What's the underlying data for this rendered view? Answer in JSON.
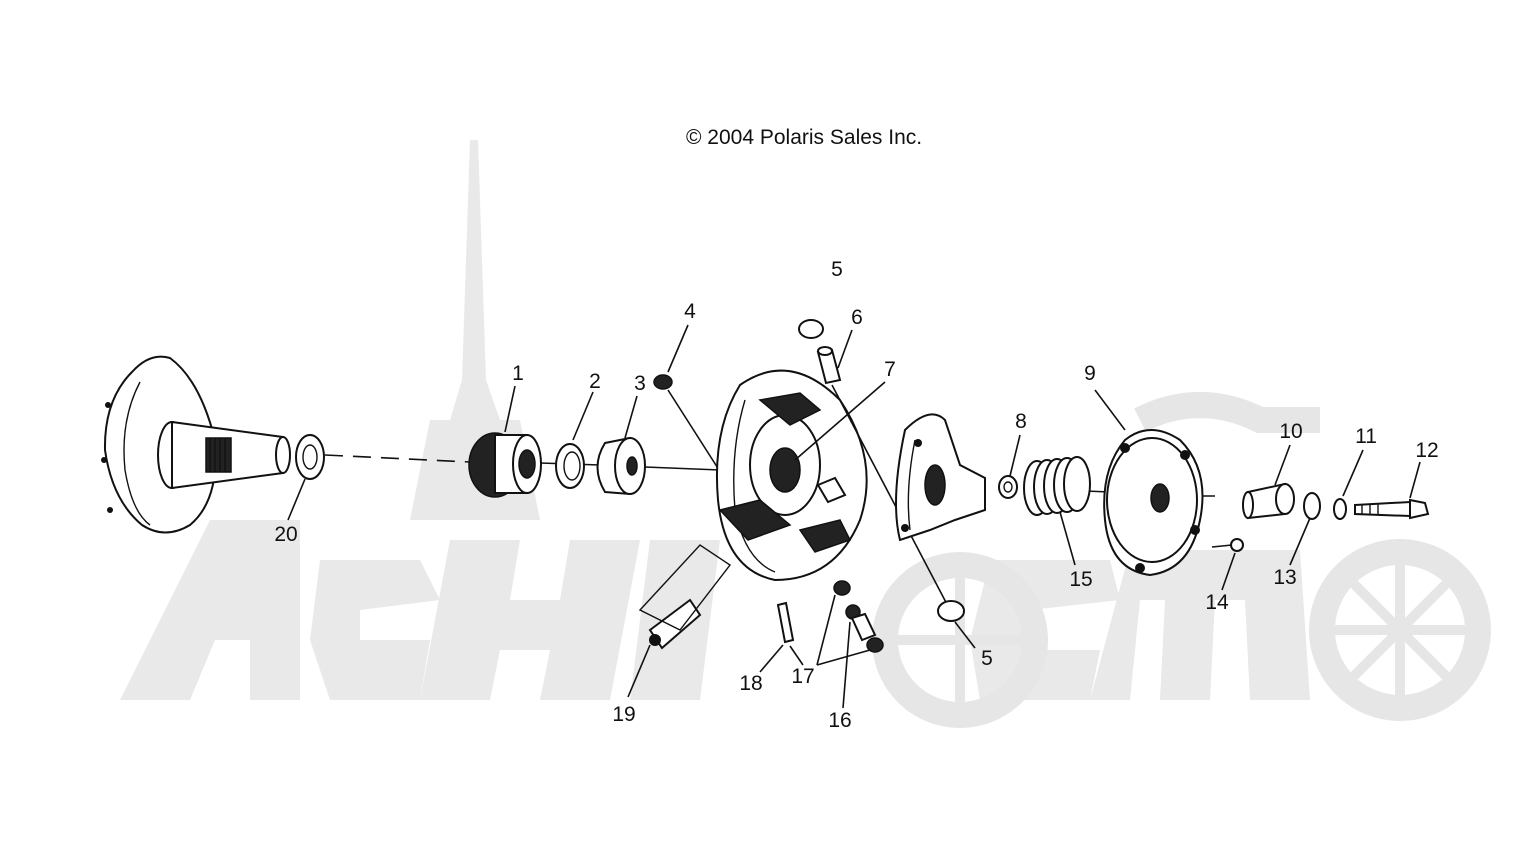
{
  "copyright": "© 2004 Polaris Sales Inc.",
  "watermark": {
    "text": "AeHAoM",
    "color": "#e6e6e6"
  },
  "callouts": [
    {
      "id": "1",
      "label": "1"
    },
    {
      "id": "2",
      "label": "2"
    },
    {
      "id": "3",
      "label": "3"
    },
    {
      "id": "4",
      "label": "4"
    },
    {
      "id": "5a",
      "label": "5"
    },
    {
      "id": "5b",
      "label": "5"
    },
    {
      "id": "6",
      "label": "6"
    },
    {
      "id": "7",
      "label": "7"
    },
    {
      "id": "8",
      "label": "8"
    },
    {
      "id": "9",
      "label": "9"
    },
    {
      "id": "10",
      "label": "10"
    },
    {
      "id": "11",
      "label": "11"
    },
    {
      "id": "12",
      "label": "12"
    },
    {
      "id": "13",
      "label": "13"
    },
    {
      "id": "14",
      "label": "14"
    },
    {
      "id": "15",
      "label": "15"
    },
    {
      "id": "16",
      "label": "16"
    },
    {
      "id": "17",
      "label": "17"
    },
    {
      "id": "18",
      "label": "18"
    },
    {
      "id": "19",
      "label": "19"
    },
    {
      "id": "20",
      "label": "20"
    }
  ]
}
